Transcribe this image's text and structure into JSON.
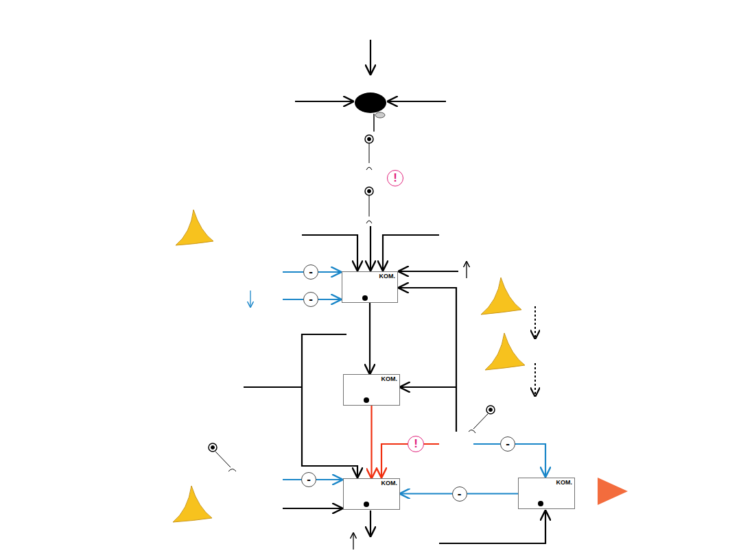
{
  "diagram": {
    "nodes": [
      {
        "text": [
          "KOM."
        ]
      },
      {
        "text": [
          "KOM."
        ]
      },
      {
        "text": [
          "KOM."
        ]
      },
      {
        "text": [
          "KOM."
        ]
      }
    ],
    "edges": [
      {
        "from": 0,
        "to": 1,
        "arrow": "to"
      },
      {
        "from": 1,
        "to": 2,
        "arrow": "to"
      },
      {
        "from": 3,
        "to": 2,
        "arrow": "to",
        "label": "-"
      }
    ],
    "labels": [
      "!",
      "!",
      "-",
      "-",
      "-",
      "-"
    ]
  }
}
